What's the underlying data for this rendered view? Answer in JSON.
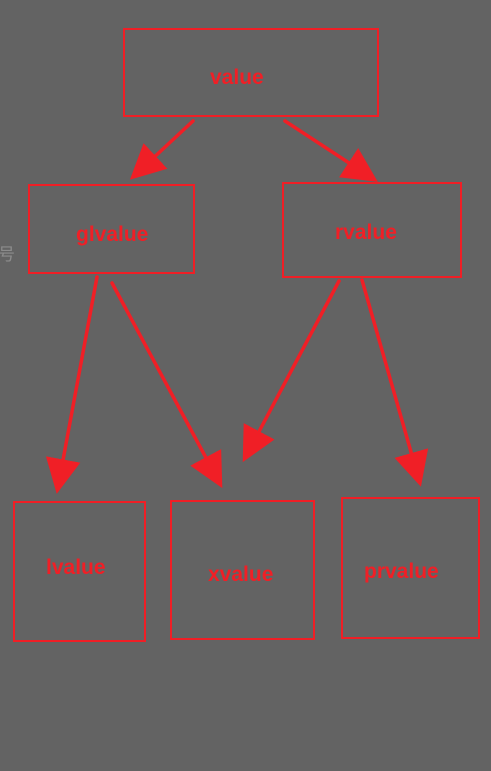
{
  "nodes": {
    "value": "value",
    "glvalue": "glvalue",
    "rvalue": "rvalue",
    "lvalue": "lvalue",
    "xvalue": "xvalue",
    "prvalue": "prvalue"
  },
  "edges": [
    {
      "from": "value",
      "to": "glvalue"
    },
    {
      "from": "value",
      "to": "rvalue"
    },
    {
      "from": "glvalue",
      "to": "lvalue"
    },
    {
      "from": "glvalue",
      "to": "xvalue"
    },
    {
      "from": "rvalue",
      "to": "xvalue"
    },
    {
      "from": "rvalue",
      "to": "prvalue"
    }
  ],
  "edge_color": "#f01f26",
  "background_color": "#636363",
  "stray_glyph": "号"
}
